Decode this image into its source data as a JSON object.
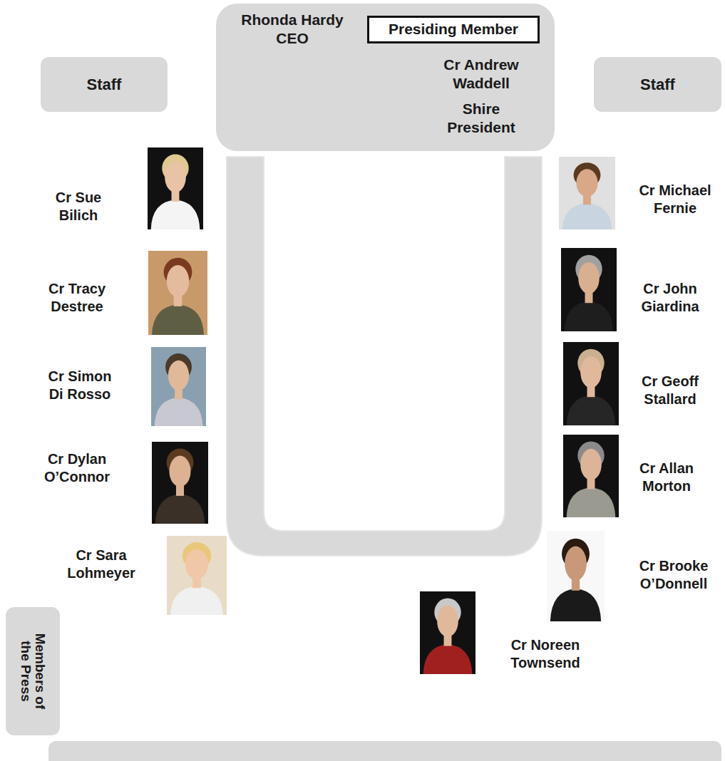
{
  "diagram": {
    "nodes": [
      {
        "text": [
          "Staff"
        ]
      },
      {
        "text": [
          "Rhonda Hardy CEO",
          "Cr Andrew Waddell",
          "Shire President"
        ]
      },
      {
        "text": [
          "Presiding Member"
        ],
        "in": 1
      },
      {
        "text": [
          "Staff"
        ]
      },
      {
        "text": [
          "Members of the Press"
        ]
      }
    ],
    "labels": [
      "Cr Sue Bilich",
      "Cr Tracy Destree",
      "Cr Simon Di Rosso",
      "Cr Dylan O’Connor",
      "Cr Sara Lohmeyer",
      "Cr Michael Fernie",
      "Cr John Giardina",
      "Cr Geoff Stallard",
      "Cr Allan Morton",
      "Cr Brooke O’Donnell",
      "Cr Noreen Townsend"
    ]
  }
}
